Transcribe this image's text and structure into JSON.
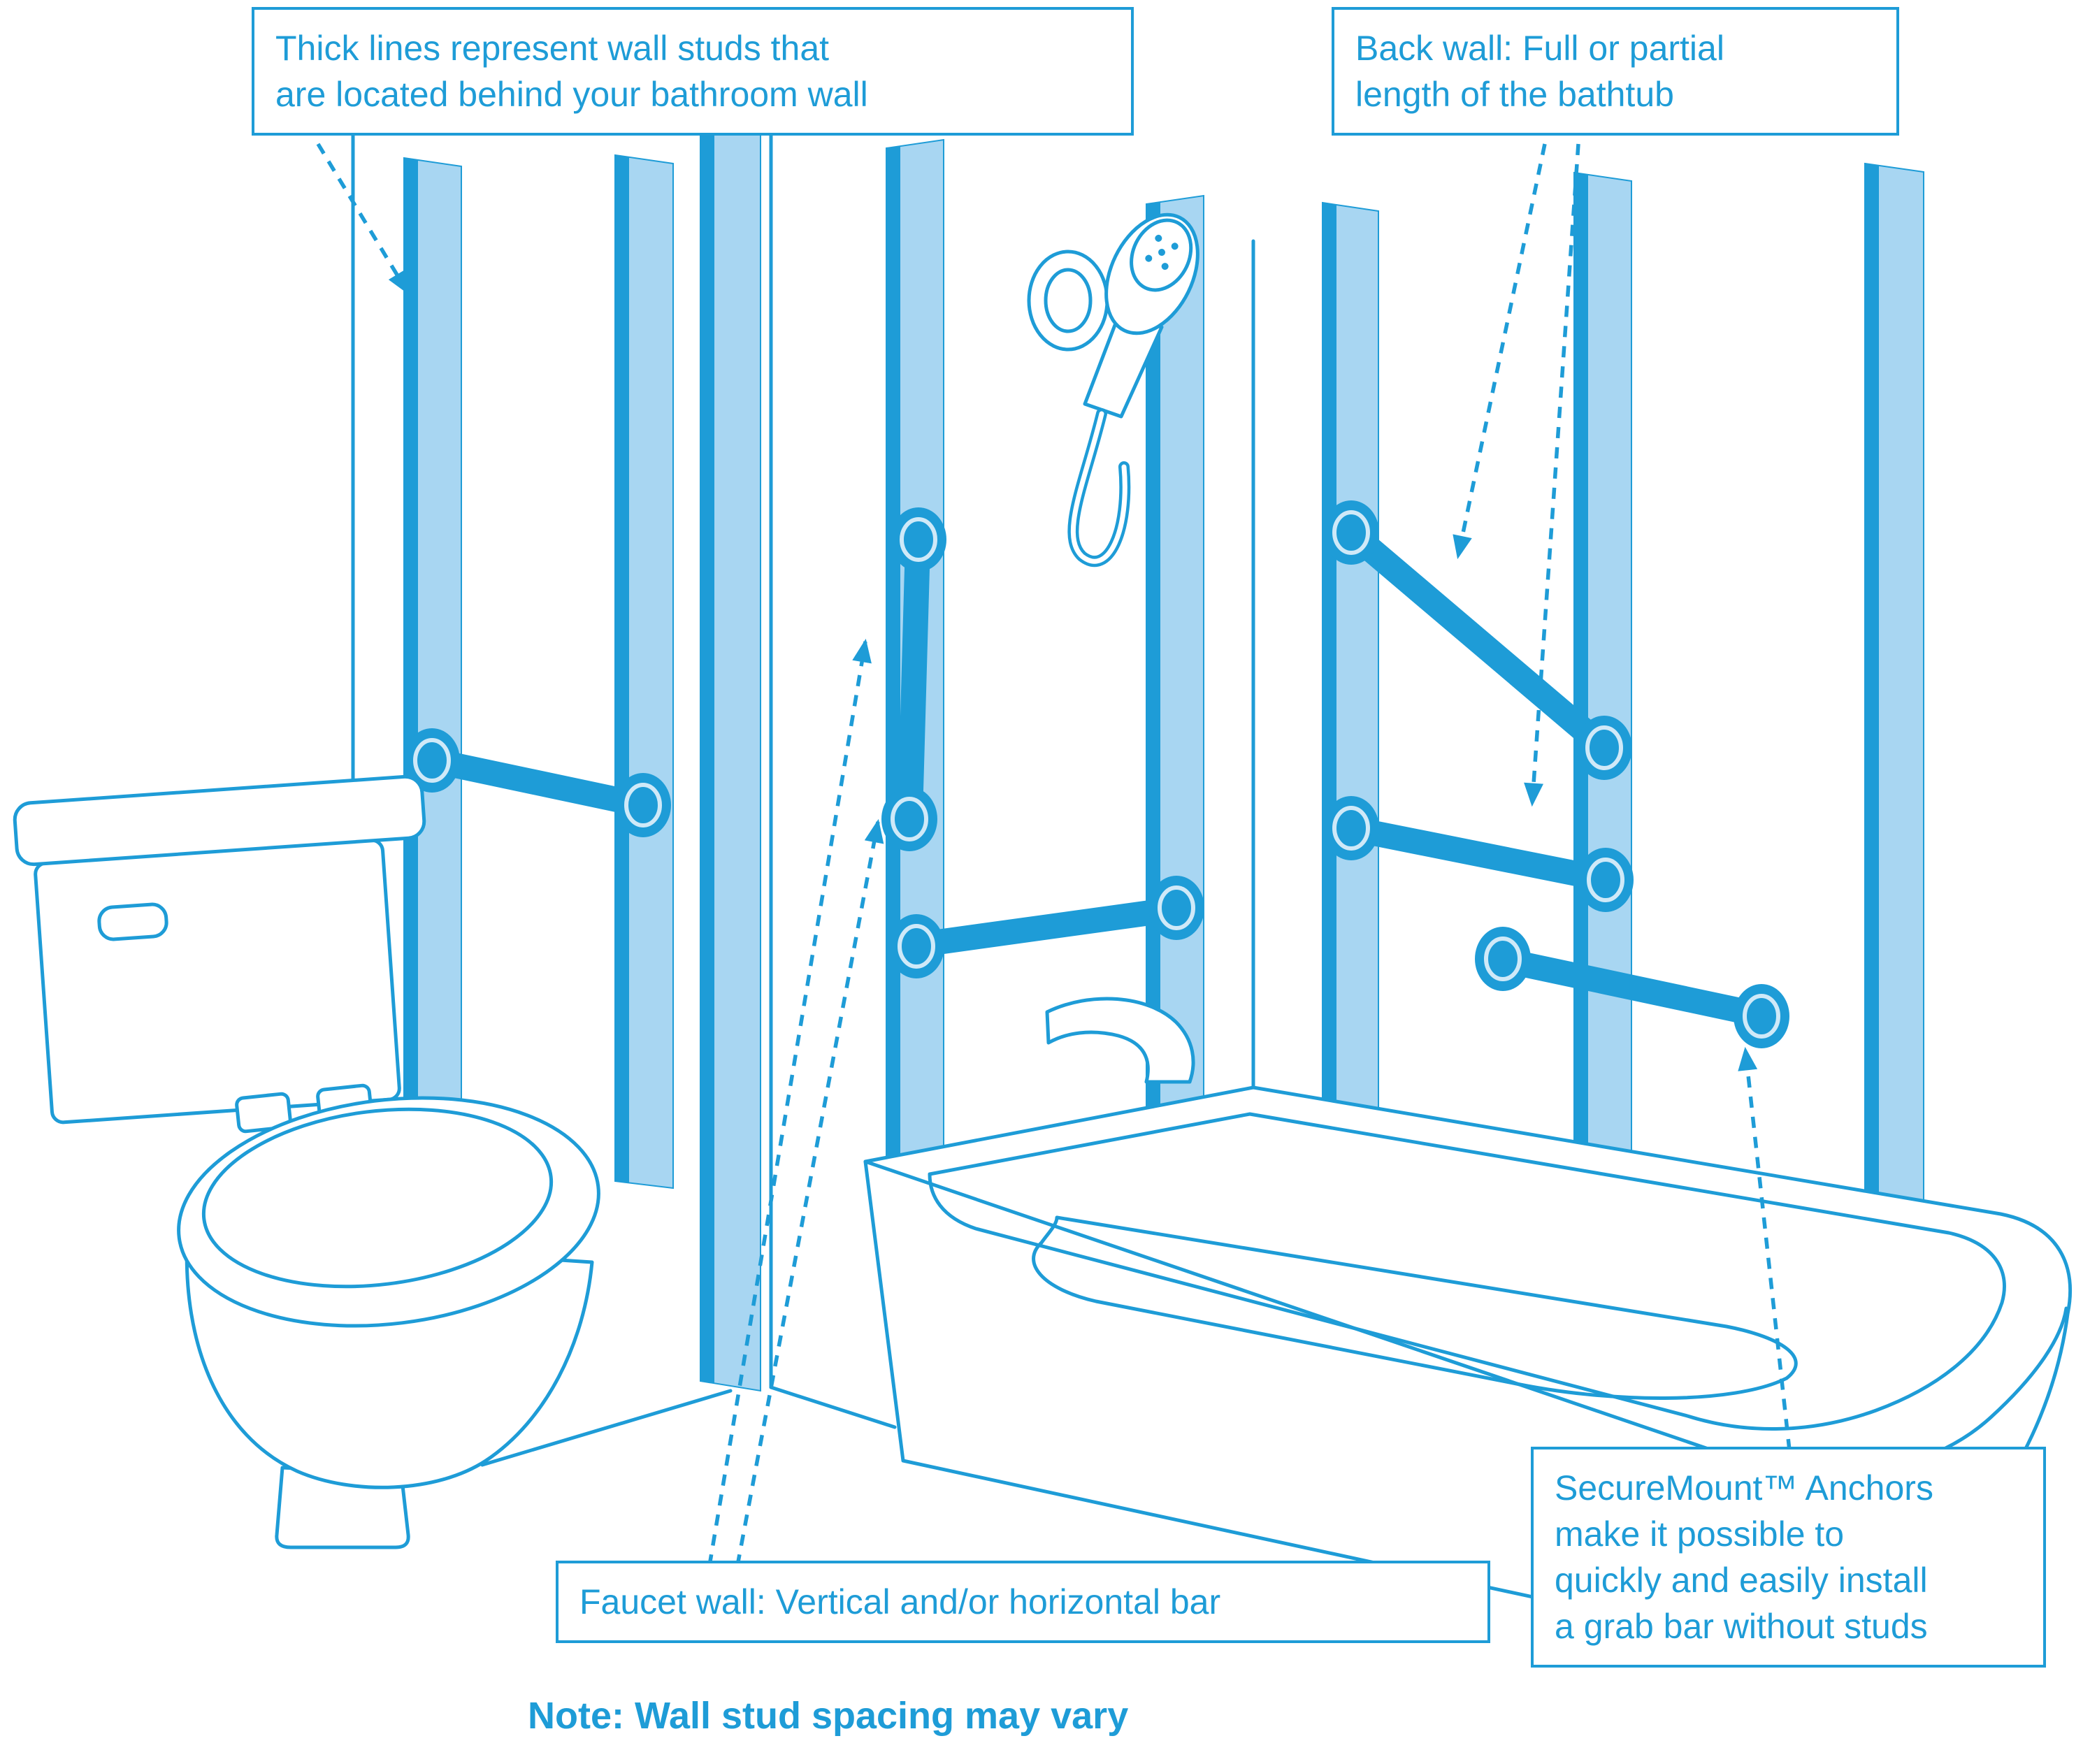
{
  "diagram": {
    "callouts": {
      "studs": {
        "text": "Thick lines represent wall studs that\nare located behind your bathroom wall"
      },
      "back_wall": {
        "text": "Back wall: Full or partial\nlength of the bathtub"
      },
      "faucet_wall": {
        "text": "Faucet wall: Vertical and/or horizontal bar"
      },
      "securemount": {
        "text": "SecureMount™ Anchors\nmake it possible to\nquickly and easily install\na grab bar without studs"
      }
    },
    "note": "Note: Wall stud spacing may vary",
    "colors": {
      "line_blue": "#1E9CD7",
      "stud_fill": "#A8D6F2",
      "background": "#FFFFFF"
    }
  }
}
